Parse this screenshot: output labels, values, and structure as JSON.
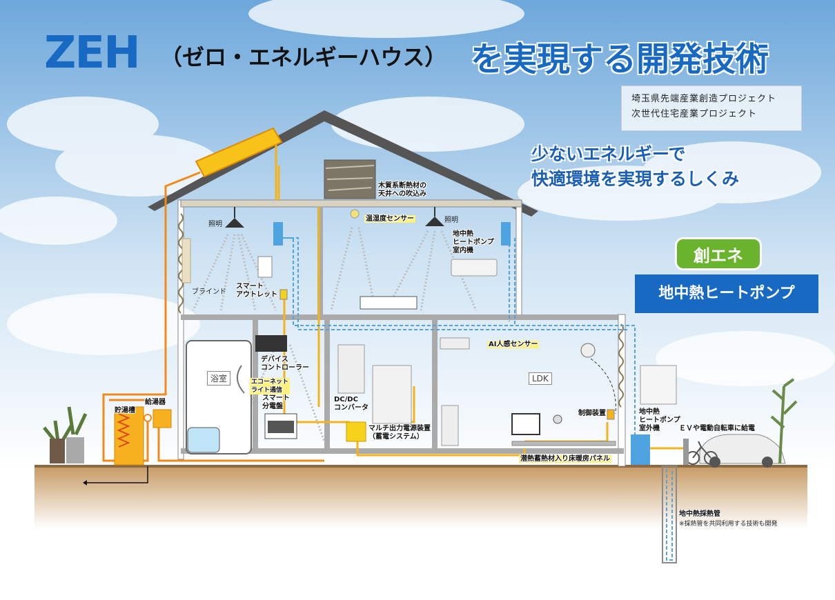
{
  "title": {
    "zeh": "ZEH",
    "paren": "（ゼロ・エネルギーハウス）",
    "main": "を実現する開発技術"
  },
  "project": {
    "line1": "埼玉県先端産業創造プロジェクト",
    "line2": "次世代住宅産業プロジェクト"
  },
  "catch": {
    "line1": "少ないエネルギーで",
    "line2": "快適環境を実現するしくみ"
  },
  "badges": {
    "soene": "創エネ",
    "heatpump": "地中熱ヒートポンプ"
  },
  "labels": {
    "insulation_1": "木質系断熱材の",
    "insulation_2": "天井への吹込み",
    "light_left": "照明",
    "light_right": "照明",
    "temp_sensor": "温湿度センサー",
    "indoor_unit_1": "地中熱",
    "indoor_unit_2": "ヒートポンプ",
    "indoor_unit_3": "室内機",
    "blind": "ブラインド",
    "outlet_1": "スマート",
    "outlet_2": "アウトレット",
    "device_ctrl_1": "デバイス",
    "device_ctrl_2": "コントローラー",
    "bath": "浴室",
    "echonet_1": "エコーネット",
    "echonet_2": "ライト通信",
    "panel_1": "スマート",
    "panel_2": "分電盤",
    "dcdc_1": "DC/DC",
    "dcdc_2": "コンバータ",
    "multi_1": "マルチ出力電源装置",
    "multi_2": "（蓄電システム）",
    "ai_sensor": "AI人感センサー",
    "ldk": "LDK",
    "controller": "制御装置",
    "outdoor_1": "地中熱",
    "outdoor_2": "ヒートポンプ",
    "outdoor_3": "室外機",
    "ev": "ＥＶや電動自転車に給電",
    "tank": "貯湯槽",
    "heater": "給湯器",
    "floor_panel": "潜熱蓄熱材入り床暖房パネル",
    "ground_pipe": "地中熱採熱管",
    "ground_note": "※採熱管を共同利用する技術も開発"
  },
  "colors": {
    "brand_blue": "#1769c2",
    "green": "#6ab42d",
    "pipe_orange": "#f08a1d",
    "power_yellow": "#f2b31d",
    "water_blue": "#4fa3e0",
    "ground": "#c79a65"
  }
}
